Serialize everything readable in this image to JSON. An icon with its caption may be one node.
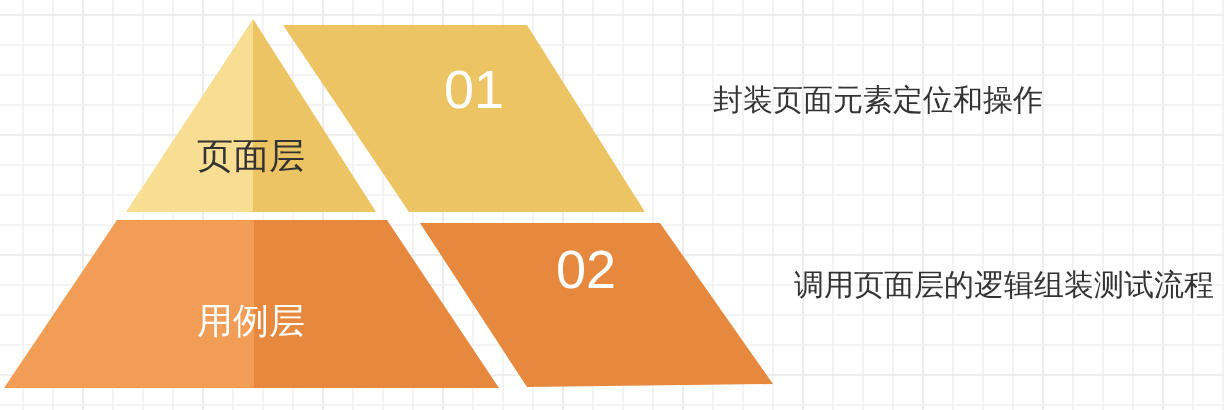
{
  "diagram": {
    "nodes": [
      {
        "text": [
          "页面层"
        ]
      },
      {
        "text": [
          "01"
        ],
        "beside": [
          "封装页面元素定位和操作"
        ]
      },
      {
        "text": [
          "用例层"
        ]
      },
      {
        "text": [
          "02"
        ],
        "beside": [
          "调用页面层的逻辑组装测试流程"
        ]
      }
    ]
  }
}
